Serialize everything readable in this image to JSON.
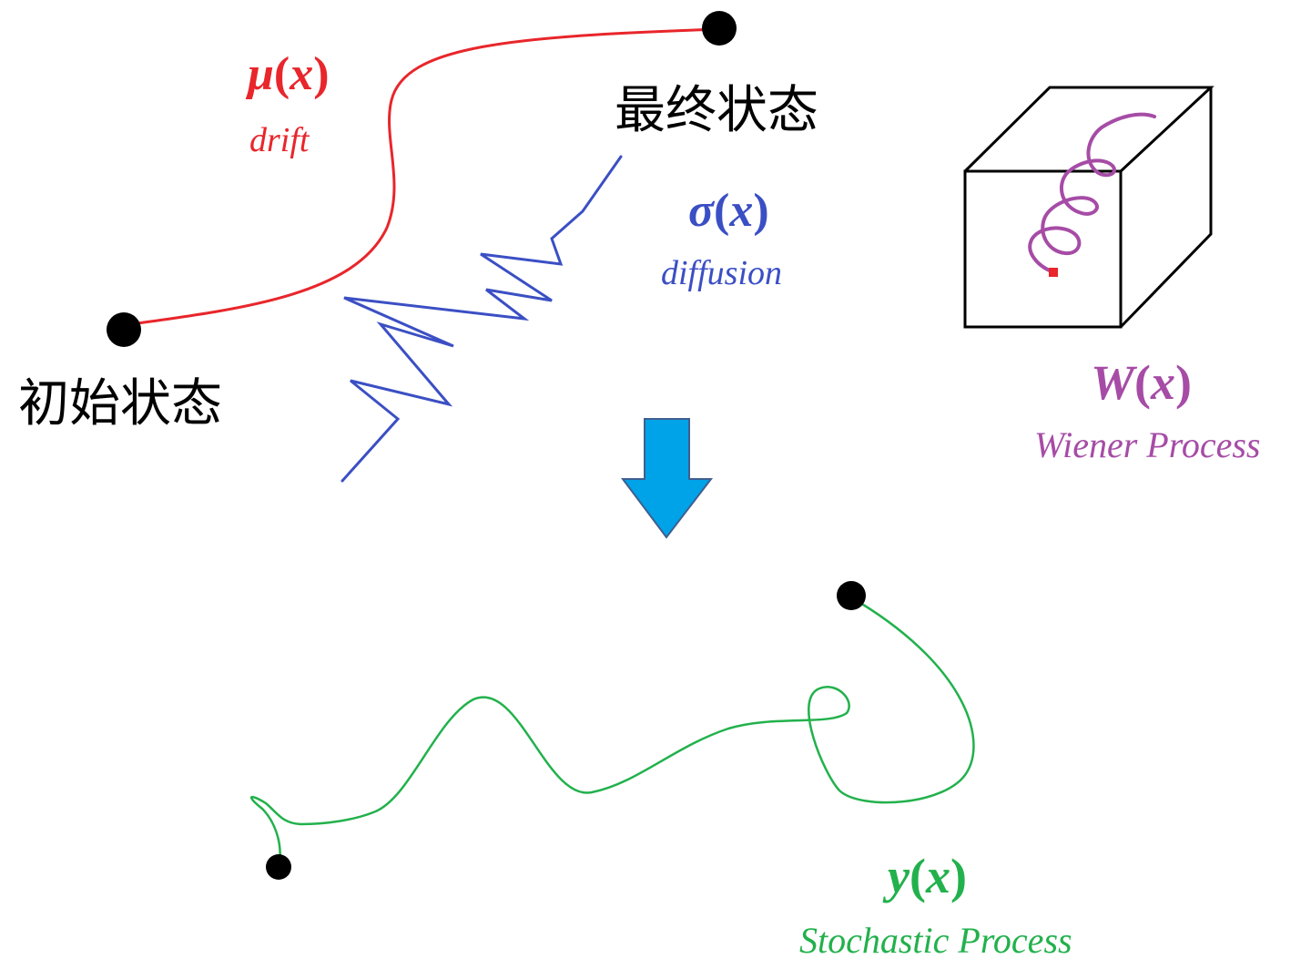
{
  "colors": {
    "drift": "#e8262b",
    "diffusion": "#3b4fc4",
    "wiener": "#a64ca6",
    "stochastic": "#22b14c",
    "arrow_fill": "#00a2e8",
    "arrow_stroke": "#3f5f8f",
    "ink": "#000000",
    "wiener_start": "#e8262b"
  },
  "states": {
    "initial": "初始状态",
    "final": "最终状态"
  },
  "drift": {
    "symbol_greek": "μ",
    "symbol_arg": "x",
    "description": "drift"
  },
  "diffusion": {
    "symbol_greek": "σ",
    "symbol_arg": "x",
    "description": "diffusion"
  },
  "wiener": {
    "symbol_letter": "W",
    "symbol_arg": "x",
    "description": "Wiener Process"
  },
  "stochastic": {
    "symbol_letter": "y",
    "symbol_arg": "x",
    "description": "Stochastic Process"
  },
  "icons": {
    "transform_arrow": "down-arrow-icon",
    "wiener_box": "cube-icon"
  }
}
